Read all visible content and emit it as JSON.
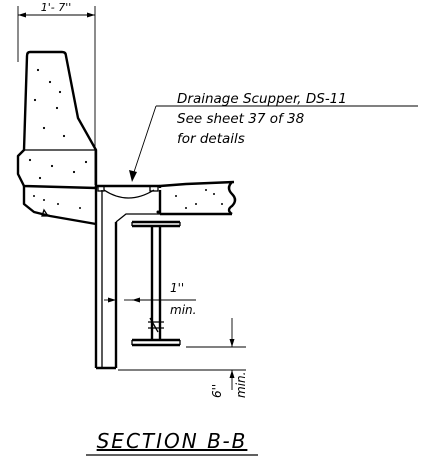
{
  "dimensions": {
    "parapet_width": "1'- 7''",
    "gap": "1''",
    "gap_qualifier": "min.",
    "drop": "6''",
    "drop_qualifier": "min."
  },
  "callout": {
    "line1": "Drainage Scupper, DS-11",
    "line2": "See sheet 37 of 38",
    "line3": "for details"
  },
  "section_title": "SECTION B-B"
}
